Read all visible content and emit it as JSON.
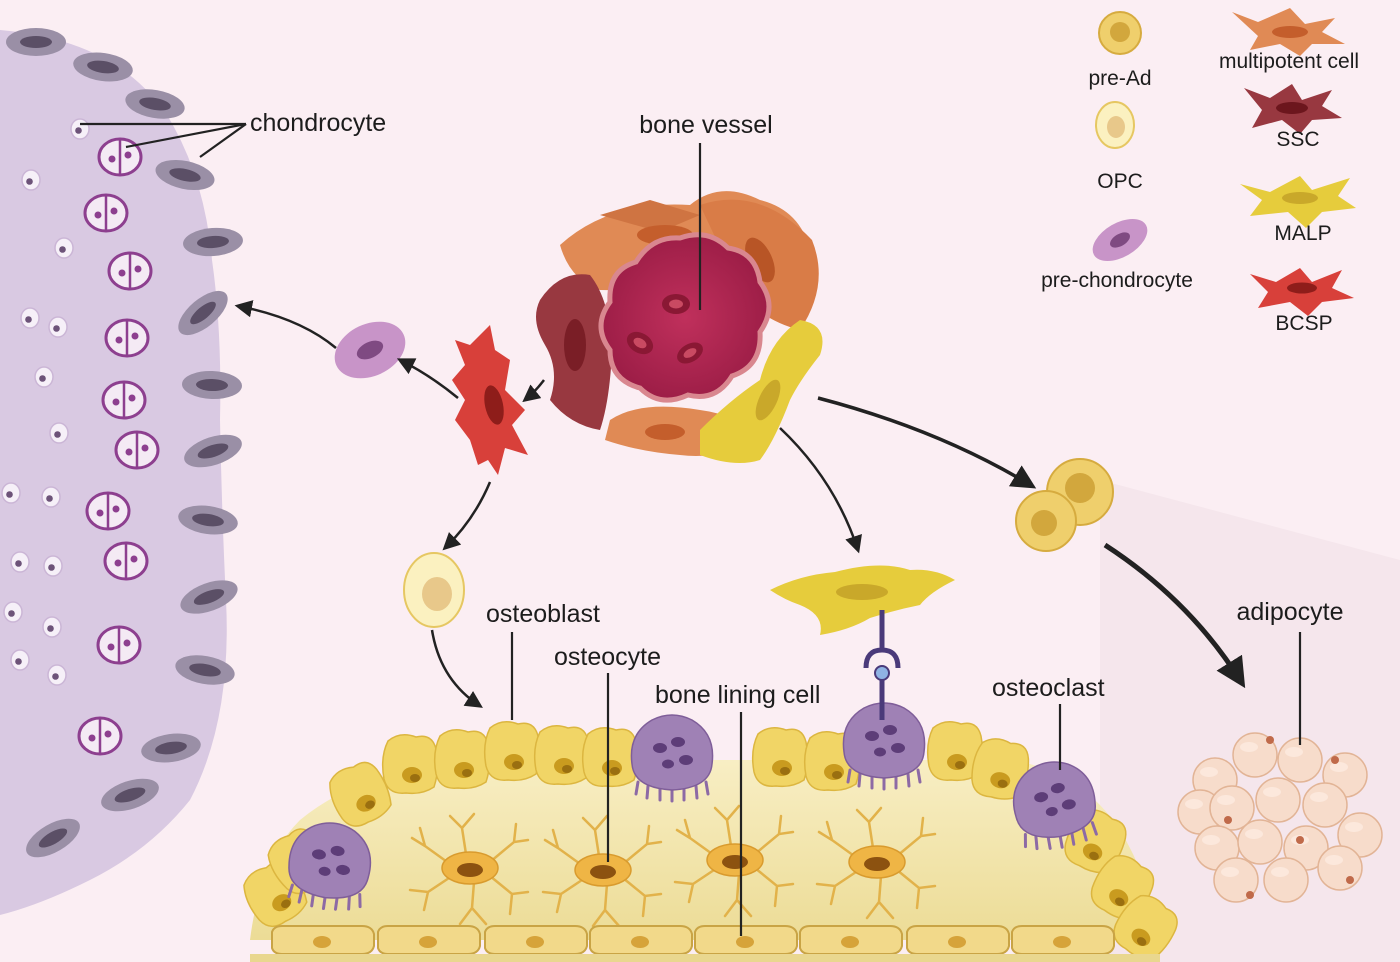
{
  "labels": {
    "chondrocyte": "chondrocyte",
    "bone_vessel": "bone vessel",
    "osteoblast": "osteoblast",
    "osteocyte": "osteocyte",
    "bone_lining_cell": "bone lining cell",
    "osteoclast": "osteoclast",
    "adipocyte": "adipocyte"
  },
  "legend": {
    "pre_ad": "pre-Ad",
    "opc": "OPC",
    "pre_chondrocyte": "pre-chondrocyte",
    "multipotent_cell": "multipotent cell",
    "ssc": "SSC",
    "malp": "MALP",
    "bcsp": "BCSP"
  },
  "colors": {
    "background": "#fbeef3",
    "cartilage": "#d9c9e2",
    "chondrocyte_ring": "#8d3f8f",
    "vessel": "#b22451",
    "multipotent": "#e08a55",
    "ssc": "#983840",
    "malp": "#e6cc3c",
    "bcsp": "#d8403a",
    "pre_chondrocyte": "#c894c8",
    "pre_ad": "#efcf6c",
    "opc": "#fbf1c0",
    "osteoblast": "#f1d566",
    "osteocyte": "#edb949",
    "osteoclast": "#9f81b5",
    "adipocyte": "#f6dbc8",
    "bone_matrix": "#f3e7b1"
  }
}
